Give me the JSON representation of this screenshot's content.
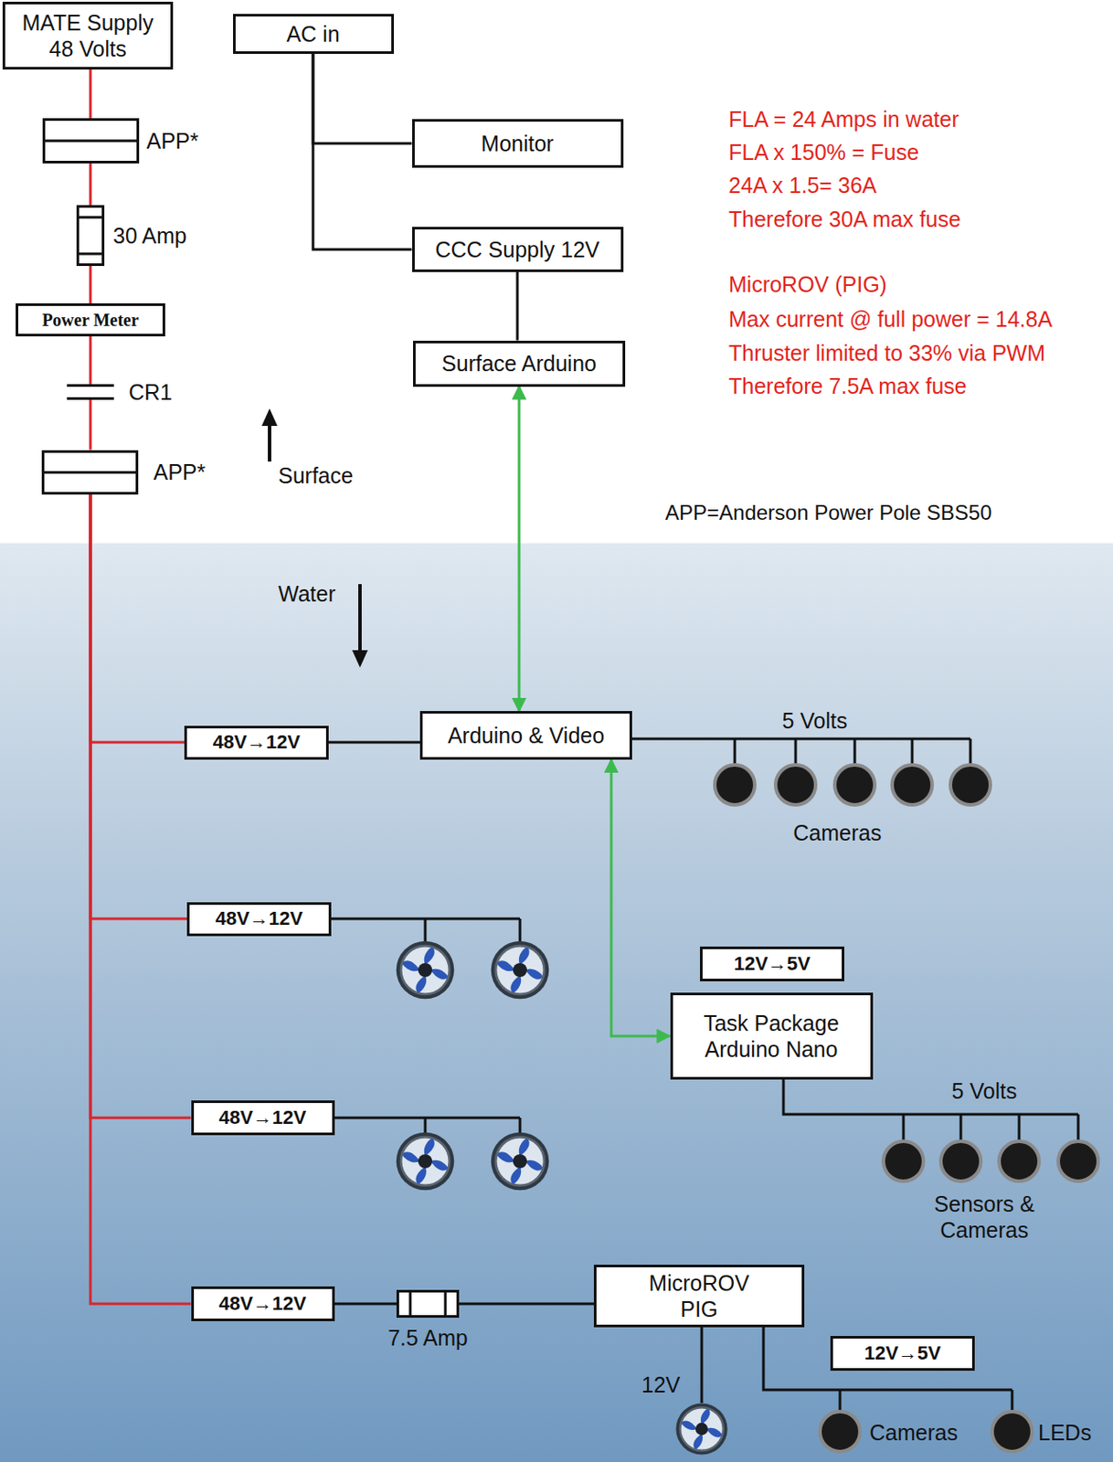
{
  "diagram": {
    "nodes": [
      {
        "text": [
          "MATE Supply 48 Volts"
        ]
      },
      {
        "text": [
          "AC in"
        ]
      },
      {
        "text": [
          "APP*"
        ]
      },
      {
        "text": [
          "Monitor"
        ]
      },
      {
        "text": [
          "30 Amp"
        ]
      },
      {
        "text": [
          "CCC Supply 12V"
        ]
      },
      {
        "text": [
          "Power Meter"
        ]
      },
      {
        "text": [
          "Surface Arduino"
        ]
      },
      {
        "text": [
          "CR1"
        ]
      },
      {
        "text": [
          "APP*"
        ]
      },
      {
        "text": [
          "48V→12V"
        ]
      },
      {
        "text": [
          "Arduino & Video"
        ]
      },
      {
        "text": [
          "48V→12V"
        ]
      },
      {
        "text": [
          "12V→5V"
        ]
      },
      {
        "text": [
          "Task Package Arduino Nano"
        ]
      },
      {
        "text": [
          "48V→12V"
        ]
      },
      {
        "text": [
          "48V→12V"
        ]
      },
      {
        "text": [
          "7.5 Amp"
        ]
      },
      {
        "text": [
          "MicroROV PIG"
        ]
      },
      {
        "text": [
          "12V→5V"
        ]
      }
    ],
    "edges": [
      {
        "from": 0,
        "to": 2,
        "arrow": "none"
      },
      {
        "from": 2,
        "to": 4,
        "arrow": "none"
      },
      {
        "from": 4,
        "to": 6,
        "arrow": "none"
      },
      {
        "from": 6,
        "to": 8,
        "arrow": "none"
      },
      {
        "from": 8,
        "to": 9,
        "arrow": "none"
      },
      {
        "from": 9,
        "to": 10,
        "arrow": "none"
      },
      {
        "from": 9,
        "to": 12,
        "arrow": "none"
      },
      {
        "from": 9,
        "to": 15,
        "arrow": "none"
      },
      {
        "from": 9,
        "to": 16,
        "arrow": "none"
      },
      {
        "from": 1,
        "to": 3,
        "arrow": "none"
      },
      {
        "from": 1,
        "to": 5,
        "arrow": "none"
      },
      {
        "from": 5,
        "to": 7,
        "arrow": "none"
      },
      {
        "from": 7,
        "to": 11,
        "arrow": "both"
      },
      {
        "from": 10,
        "to": 11,
        "arrow": "none"
      },
      {
        "from": 11,
        "to": 14,
        "arrow": "both"
      },
      {
        "from": 16,
        "to": 17,
        "arrow": "none"
      },
      {
        "from": 17,
        "to": 18,
        "arrow": "none"
      }
    ],
    "labels": [
      "FLA = 24 Amps in water",
      "FLA x 150% = Fuse",
      "24A x 1.5= 36A",
      "Therefore 30A max fuse",
      "MicroROV (PIG)",
      "Max current @ full power = 14.8A",
      "Thruster limited to 33% via PWM",
      "Therefore 7.5A max fuse",
      "Surface",
      "APP=Anderson Power Pole SBS50",
      "Water",
      "5 Volts",
      "Cameras",
      "5 Volts",
      "Sensors & Cameras",
      "12V",
      "Cameras",
      "LEDs"
    ]
  }
}
